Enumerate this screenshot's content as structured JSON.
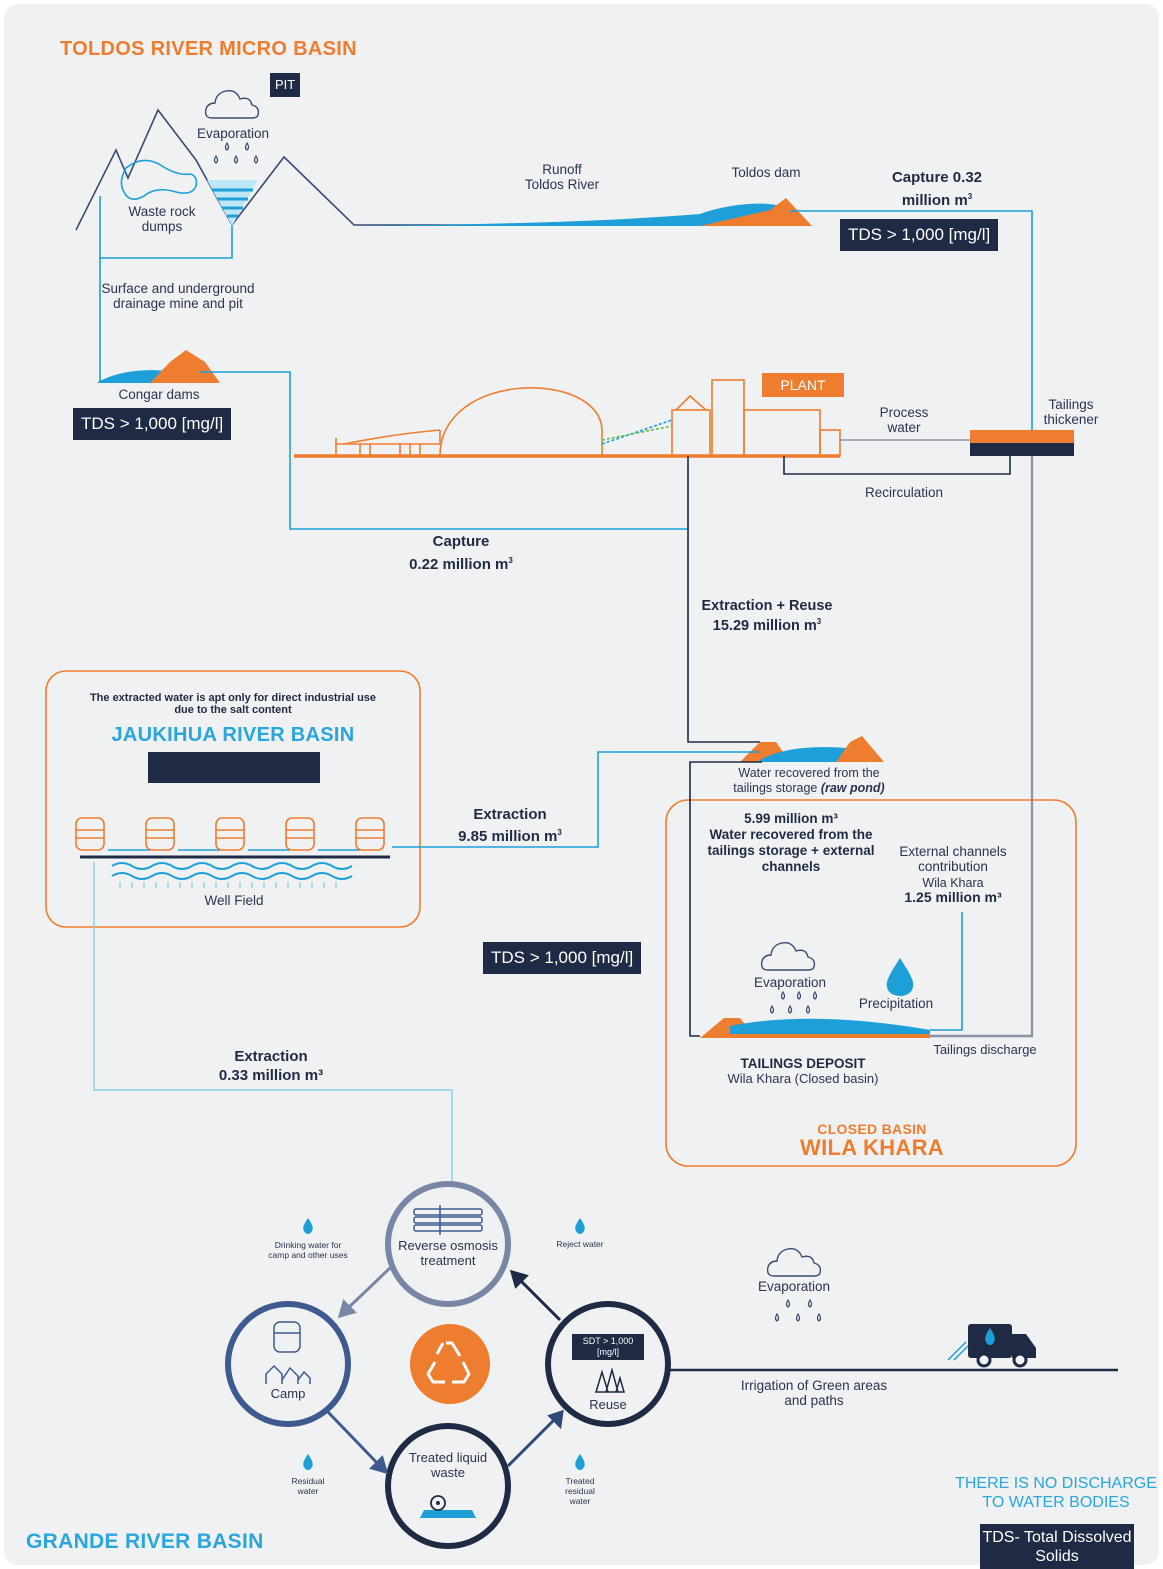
{
  "titles": {
    "toldos": "TOLDOS RIVER MICRO BASIN",
    "jaukihua": "JAUKIHUA RIVER BASIN",
    "grande": "GRANDE RIVER BASIN",
    "closed_basin_small": "CLOSED BASIN",
    "closed_basin_big": "WILA KHARA"
  },
  "labels": {
    "pit": "PIT",
    "evaporation_top": "Evaporation",
    "waste_rock": "Waste rock dumps",
    "runoff": "Runoff\nToldos River",
    "toldos_dam": "Toldos dam",
    "capture_top_line1": "Capture 0.32",
    "capture_top_line2": "million m",
    "drainage": "Surface and underground drainage mine and pit",
    "congar_dams": "Congar dams",
    "plant": "PLANT",
    "process_water": "Process water",
    "tailings_thickener": "Tailings thickener",
    "recirculation": "Recirculation",
    "capture_mid_line1": "Capture",
    "capture_mid_line2": "0.22 million m",
    "extraction_reuse_line1": "Extraction + Reuse",
    "extraction_reuse_line2": "15.29 million m",
    "jaukihua_note": "The extracted water is apt only for direct industrial use due to the salt content",
    "well_field": "Well Field",
    "extraction_mid_line1": "Extraction",
    "extraction_mid_line2": "9.85 million m",
    "raw_pond_line1": "Water recovered from the",
    "raw_pond_line2": "tailings storage",
    "raw_pond_italic": "(raw pond)",
    "recovered_value": "5.99 million m³",
    "recovered_text": "Water recovered from the tailings storage + external channels",
    "external_channels": "External channels contribution",
    "wila_khara": "Wila Khara",
    "external_value": "1.25 million m³",
    "evaporation_mid": "Evaporation",
    "precipitation": "Precipitation",
    "tailings_discharge": "Tailings discharge",
    "tailings_deposit": "TAILINGS DEPOSIT",
    "tailings_deposit_sub": "Wila Khara (Closed basin)",
    "extraction_low_line1": "Extraction",
    "extraction_low_line2": "0.33 million m³",
    "reverse_osmosis": "Reverse osmosis treatment",
    "drinking_water": "Drinking water for camp and other uses",
    "reject_water": "Reject water",
    "camp": "Camp",
    "reuse": "Reuse",
    "sdt": "SDT > 1,000 [mg/l]",
    "treated_liquid_waste": "Treated liquid waste",
    "residual_water": "Residual water",
    "treated_residual_water": "Treated residual water",
    "evaporation_low": "Evaporation",
    "irrigation": "Irrigation of Green areas and paths",
    "no_discharge": "THERE IS NO DISCHARGE TO WATER BODIES",
    "tds_legend": "TDS- Total Dissolved Solids"
  },
  "tds_boxes": {
    "top": "TDS > 1,000 [mg/l]",
    "congar": "TDS > 1,000 [mg/l]",
    "middle": "TDS > 1,000 [mg/l]"
  },
  "icons": [
    "cloud-icon",
    "water-drop-icon",
    "recycle-icon",
    "truck-icon",
    "camp-icon",
    "trees-icon",
    "well-pump-icon"
  ],
  "colors": {
    "orange": "#ef7d2f",
    "navy": "#1f2a44",
    "water_blue": "#1e9fd8",
    "light_blue": "#5bc2e7",
    "gray_line": "#8a93a8",
    "accent_text_blue": "#2aa6dd"
  }
}
